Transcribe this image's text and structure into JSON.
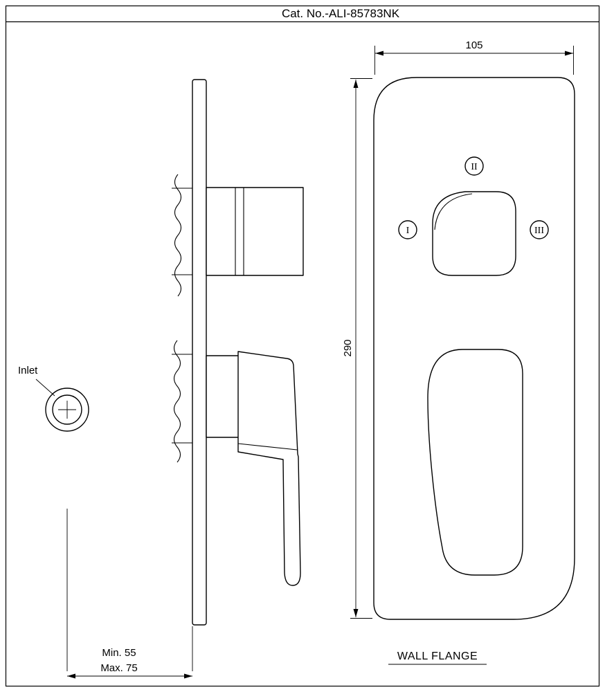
{
  "title": "Cat. No.-ALI-85783NK",
  "side_view": {
    "inlet_label": "Inlet",
    "depth_min": "Min. 55",
    "depth_max": "Max. 75"
  },
  "front_view": {
    "dim_width": "105",
    "dim_height": "290",
    "port_1": "I",
    "port_2": "II",
    "port_3": "III",
    "caption": "WALL FLANGE"
  }
}
